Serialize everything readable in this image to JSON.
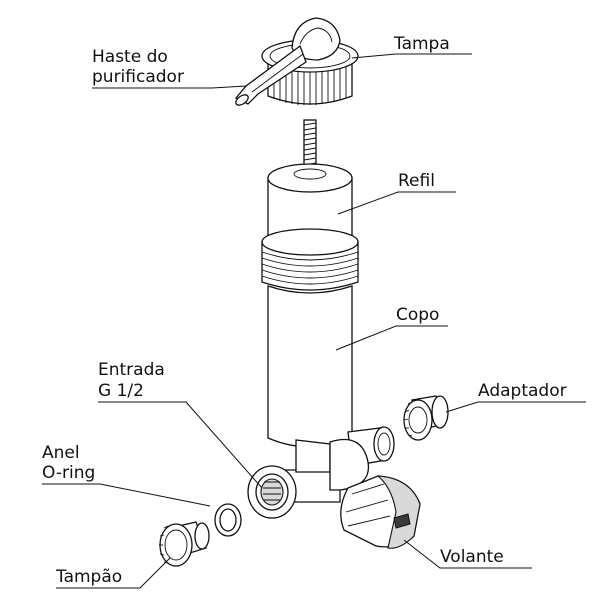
{
  "labels": {
    "haste_line1": "Haste do",
    "haste_line2": "purificador",
    "tampa": "Tampa",
    "refil": "Refil",
    "copo": "Copo",
    "entrada_line1": "Entrada",
    "entrada_line2": "G 1/2",
    "adaptador": "Adaptador",
    "anel_line1": "Anel",
    "anel_line2": "O-ring",
    "volante": "Volante",
    "tampao": "Tampão"
  }
}
